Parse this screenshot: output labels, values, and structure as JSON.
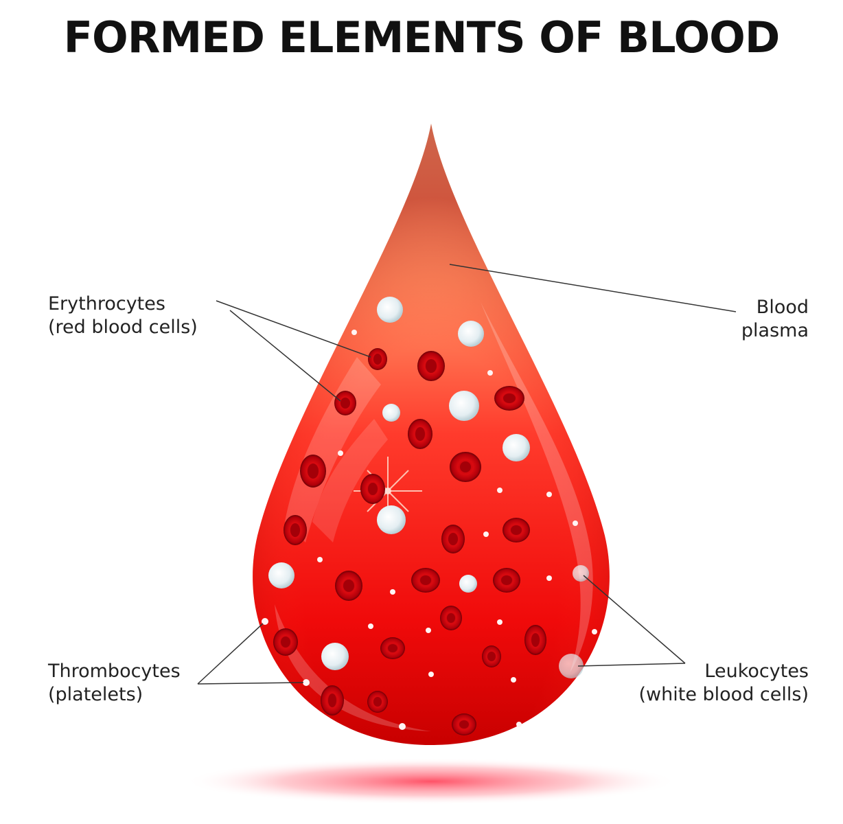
{
  "title": "FORMED ELEMENTS OF BLOOD",
  "labels": {
    "erythrocytes": {
      "line1": "Erythrocytes",
      "line2": "(red blood cells)"
    },
    "plasma": {
      "line1": "Blood",
      "line2": "plasma"
    },
    "thrombocytes": {
      "line1": "Thrombocytes",
      "line2": "(platelets)"
    },
    "leukocytes": {
      "line1": "Leukocytes",
      "line2": "(white blood cells)"
    }
  },
  "colors": {
    "drop_top": "#ffd89a",
    "drop_mid": "#ff3a2a",
    "drop_bottom": "#d00000",
    "red_cell": "#c8000c",
    "white_cell": "#e9f2f5",
    "platelet": "#fff6f6",
    "shadow": "#ff6b7a"
  }
}
